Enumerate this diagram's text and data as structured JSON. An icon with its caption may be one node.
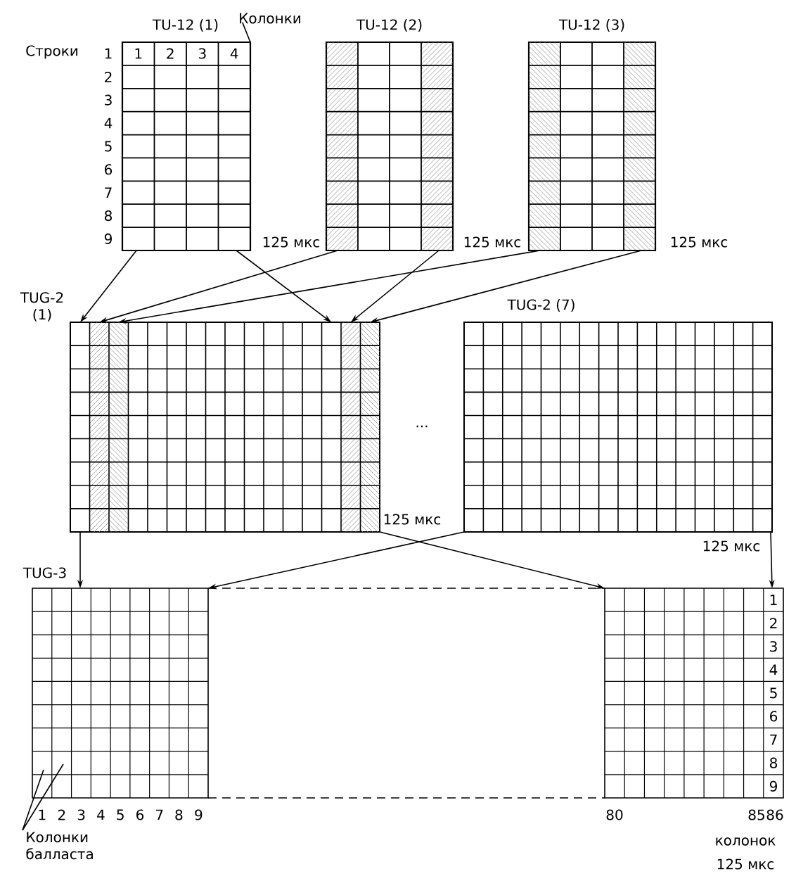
{
  "diagram": {
    "nodes": [
      {
        "text": [
          "TU-12 (1)"
        ],
        "beside": [
          "125 мкс"
        ]
      },
      {
        "text": [
          "Колонки"
        ]
      },
      {
        "text": [
          "TU-12 (2)"
        ],
        "beside": [
          "125 мкс"
        ]
      },
      {
        "text": [
          "TU-12 (3)"
        ],
        "beside": [
          "125 мкс"
        ]
      },
      {
        "text": [
          "TUG-2 (1)"
        ],
        "beside": [
          "125 мкс"
        ]
      },
      {
        "text": [
          "TUG-2 (7)"
        ],
        "beside": [
          "125 мкс"
        ]
      },
      {
        "text": [
          "TUG-3"
        ]
      },
      {
        "text": [],
        "shape": "box"
      },
      {
        "text": [
          "Колонки балласта"
        ]
      }
    ],
    "edges": [
      {
        "from": 0,
        "to": 4,
        "arrow": "to"
      },
      {
        "from": 2,
        "to": 4,
        "arrow": "to"
      },
      {
        "from": 3,
        "to": 4,
        "arrow": "to"
      },
      {
        "from": 0,
        "to": 4,
        "arrow": "to"
      },
      {
        "from": 2,
        "to": 4,
        "arrow": "to"
      },
      {
        "from": 3,
        "to": 4,
        "arrow": "to"
      },
      {
        "from": 4,
        "to": 6,
        "arrow": "to"
      },
      {
        "from": 4,
        "to": 7,
        "arrow": "to"
      },
      {
        "from": 5,
        "to": 6,
        "arrow": "to"
      },
      {
        "from": 5,
        "to": 7,
        "arrow": "to"
      },
      {
        "from": 6,
        "to": 7,
        "arrow": "none",
        "style": "dashed"
      },
      {
        "from": 6,
        "to": 7,
        "arrow": "none",
        "style": "dashed"
      },
      {
        "from": 1,
        "to": 0,
        "arrow": "none"
      },
      {
        "from": 8,
        "to": 6,
        "arrow": "none"
      },
      {
        "from": 8,
        "to": 6,
        "arrow": "none"
      }
    ],
    "labels": [
      "Строки",
      "1",
      "1",
      "2",
      "3",
      "4",
      "2",
      "3",
      "4",
      "5",
      "6",
      "7",
      "8",
      "9",
      "...",
      "1",
      "2",
      "3",
      "4",
      "5",
      "6",
      "7",
      "8",
      "9",
      "1",
      "2",
      "3",
      "4",
      "5",
      "6",
      "7",
      "8",
      "9",
      "80",
      "85",
      "86",
      "колонок",
      "125 мкс"
    ]
  }
}
